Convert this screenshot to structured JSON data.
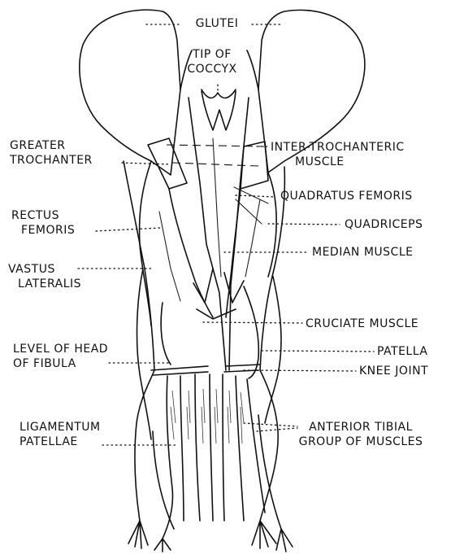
{
  "labels": {
    "glutei": "GLUTEI",
    "tip_of_coccyx": [
      "TIP OF",
      "COCCYX"
    ],
    "greater_trochanter": [
      "GREATER",
      "TROCHANTER"
    ],
    "inter_trochanteric_muscle": [
      "INTER-TROCHANTERIC",
      "MUSCLE"
    ],
    "quadratus_femoris": "QUADRATUS FEMORIS",
    "rectus_femoris": [
      "RECTUS",
      "FEMORIS"
    ],
    "quadriceps": "QUADRICEPS",
    "median_muscle": "MEDIAN MUSCLE",
    "vastus_lateralis": [
      "VASTUS",
      "LATERALIS"
    ],
    "cruciate_muscle": "CRUCIATE MUSCLE",
    "level_of_head_of_fibula": [
      "LEVEL OF HEAD",
      "OF FIBULA"
    ],
    "patella": "PATELLA",
    "knee_joint": "KNEE JOINT",
    "ligamentum_patellae": [
      "LIGAMENTUM",
      "PATELLAE"
    ],
    "anterior_tibial_group": [
      "ANTERIOR TIBIAL",
      "GROUP OF MUSCLES"
    ]
  },
  "colors": {
    "ink": "#111111",
    "paper": "#ffffff"
  }
}
